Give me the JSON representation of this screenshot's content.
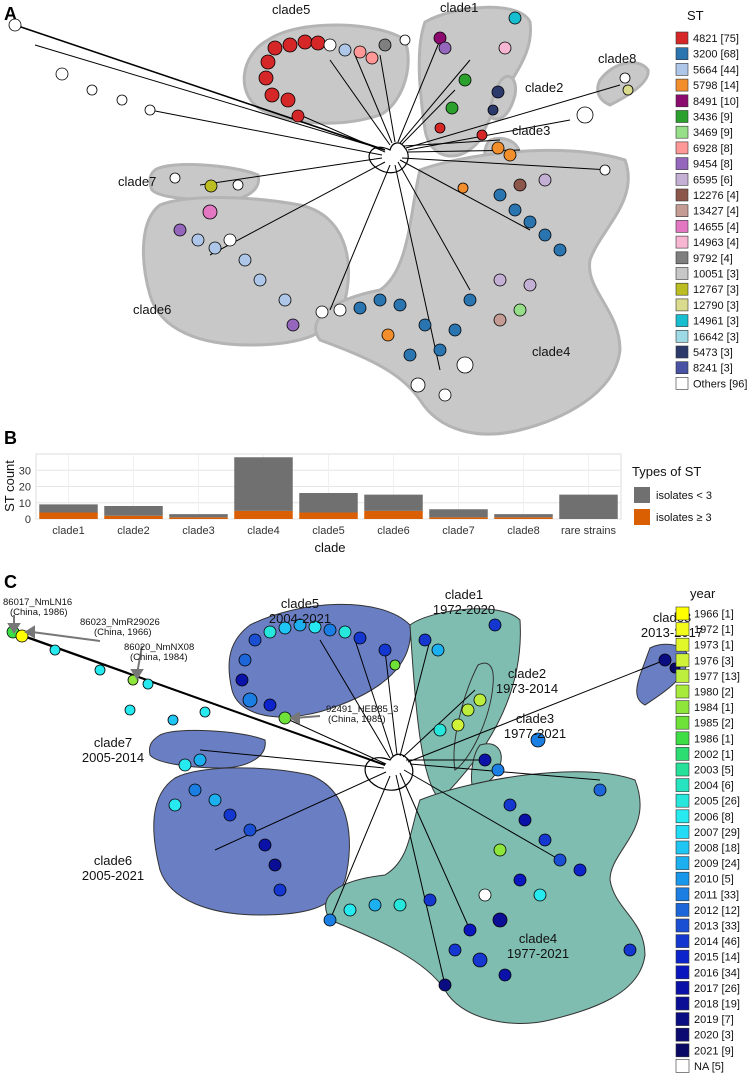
{
  "panels": {
    "a": "A",
    "b": "B",
    "c": "C"
  },
  "panelA": {
    "legend_title": "ST",
    "legend": [
      {
        "label": "4821 [75]",
        "color": "#d62728"
      },
      {
        "label": "3200 [68]",
        "color": "#2a74b0"
      },
      {
        "label": "5664 [44]",
        "color": "#aec7e8"
      },
      {
        "label": "5798 [14]",
        "color": "#f28e2b"
      },
      {
        "label": "8491 [10]",
        "color": "#8c0b6e"
      },
      {
        "label": "3436 [9]",
        "color": "#2ca02c"
      },
      {
        "label": "3469 [9]",
        "color": "#98df8a"
      },
      {
        "label": "6928 [8]",
        "color": "#ff9896"
      },
      {
        "label": "9454 [8]",
        "color": "#9467bd"
      },
      {
        "label": "6595 [6]",
        "color": "#c5b0d5"
      },
      {
        "label": "12276 [4]",
        "color": "#8c564b"
      },
      {
        "label": "13427 [4]",
        "color": "#c49c94"
      },
      {
        "label": "14655 [4]",
        "color": "#e377c2"
      },
      {
        "label": "14963 [4]",
        "color": "#f7b6d2"
      },
      {
        "label": "9792 [4]",
        "color": "#7f7f7f"
      },
      {
        "label": "10051 [3]",
        "color": "#c7c7c7"
      },
      {
        "label": "12767 [3]",
        "color": "#bcbd22"
      },
      {
        "label": "12790 [3]",
        "color": "#dbdb8d"
      },
      {
        "label": "14961 [3]",
        "color": "#17becf"
      },
      {
        "label": "16642 [3]",
        "color": "#9edae5"
      },
      {
        "label": "5473 [3]",
        "color": "#2b3a6b"
      },
      {
        "label": "8241 [3]",
        "color": "#4a52a3"
      },
      {
        "label": "Others [96]",
        "color": "#ffffff"
      }
    ],
    "clades": [
      "clade1",
      "clade2",
      "clade3",
      "clade4",
      "clade5",
      "clade6",
      "clade7",
      "clade8"
    ]
  },
  "chart_data": {
    "type": "bar",
    "stacked": true,
    "xlabel": "clade",
    "ylabel": "ST count",
    "ylim": [
      0,
      40
    ],
    "yticks": [
      0,
      10,
      20,
      30
    ],
    "categories": [
      "clade1",
      "clade2",
      "clade3",
      "clade4",
      "clade5",
      "clade6",
      "clade7",
      "clade8",
      "rare strains"
    ],
    "series": [
      {
        "name": "isolates ≥ 3",
        "color": "#d95f02",
        "values": [
          4,
          2,
          1,
          5,
          4,
          5,
          1,
          1,
          0
        ]
      },
      {
        "name": "isolates < 3",
        "color": "#707070",
        "values": [
          5,
          6,
          2,
          33,
          12,
          10,
          5,
          2,
          15
        ]
      }
    ],
    "legend_title": "Types of ST",
    "grid": true
  },
  "panelC": {
    "legend_title": "year",
    "legend": [
      {
        "label": "1966 [1]",
        "color": "#ffff00"
      },
      {
        "label": "1972 [1]",
        "color": "#f2fb1a"
      },
      {
        "label": "1973 [1]",
        "color": "#e2f72a"
      },
      {
        "label": "1976 [3]",
        "color": "#d0f33a"
      },
      {
        "label": "1977 [13]",
        "color": "#bdee3e"
      },
      {
        "label": "1980 [2]",
        "color": "#a7ea3c"
      },
      {
        "label": "1984 [1]",
        "color": "#8ee63a"
      },
      {
        "label": "1985 [2]",
        "color": "#6fe23a"
      },
      {
        "label": "1986 [1]",
        "color": "#3ddd46"
      },
      {
        "label": "2002 [1]",
        "color": "#2cdd72"
      },
      {
        "label": "2003 [5]",
        "color": "#27e09a"
      },
      {
        "label": "2004 [6]",
        "color": "#26e4bf"
      },
      {
        "label": "2005 [26]",
        "color": "#27e7dc"
      },
      {
        "label": "2006 [8]",
        "color": "#27e9f0"
      },
      {
        "label": "2007 [29]",
        "color": "#22dcf5"
      },
      {
        "label": "2008 [18]",
        "color": "#1fc6f3"
      },
      {
        "label": "2009 [24]",
        "color": "#1cb0f0"
      },
      {
        "label": "2010 [5]",
        "color": "#1997ea"
      },
      {
        "label": "2011 [33]",
        "color": "#1a7ee2"
      },
      {
        "label": "2012 [12]",
        "color": "#1c66da"
      },
      {
        "label": "2013 [33]",
        "color": "#1a4fd4"
      },
      {
        "label": "2014 [46]",
        "color": "#1437d0"
      },
      {
        "label": "2015 [14]",
        "color": "#0d23cc"
      },
      {
        "label": "2016 [34]",
        "color": "#0a17bf"
      },
      {
        "label": "2017 [26]",
        "color": "#0a12a8"
      },
      {
        "label": "2018 [19]",
        "color": "#0a0f95"
      },
      {
        "label": "2019 [7]",
        "color": "#0a0c82"
      },
      {
        "label": "2020 [3]",
        "color": "#0a0a72"
      },
      {
        "label": "2021 [9]",
        "color": "#090864"
      },
      {
        "label": "NA [5]",
        "color": "#ffffff"
      }
    ],
    "clades": [
      {
        "name": "clade1",
        "range": "1972-2020"
      },
      {
        "name": "clade2",
        "range": "1973-2014"
      },
      {
        "name": "clade3",
        "range": "1977-2021"
      },
      {
        "name": "clade4",
        "range": "1977-2021"
      },
      {
        "name": "clade5",
        "range": "2004-2021"
      },
      {
        "name": "clade6",
        "range": "2005-2021"
      },
      {
        "name": "clade7",
        "range": "2005-2014"
      },
      {
        "name": "clade8",
        "range": "2013-2017"
      }
    ],
    "annotations": [
      {
        "name": "86017_NmLN16",
        "detail": "(China, 1986)"
      },
      {
        "name": "86023_NmR29026",
        "detail": "(China, 1966)"
      },
      {
        "name": "86020_NmNX08",
        "detail": "(China, 1984)"
      },
      {
        "name": "92491_HEB85_3",
        "detail": "(China, 1985)"
      }
    ]
  }
}
